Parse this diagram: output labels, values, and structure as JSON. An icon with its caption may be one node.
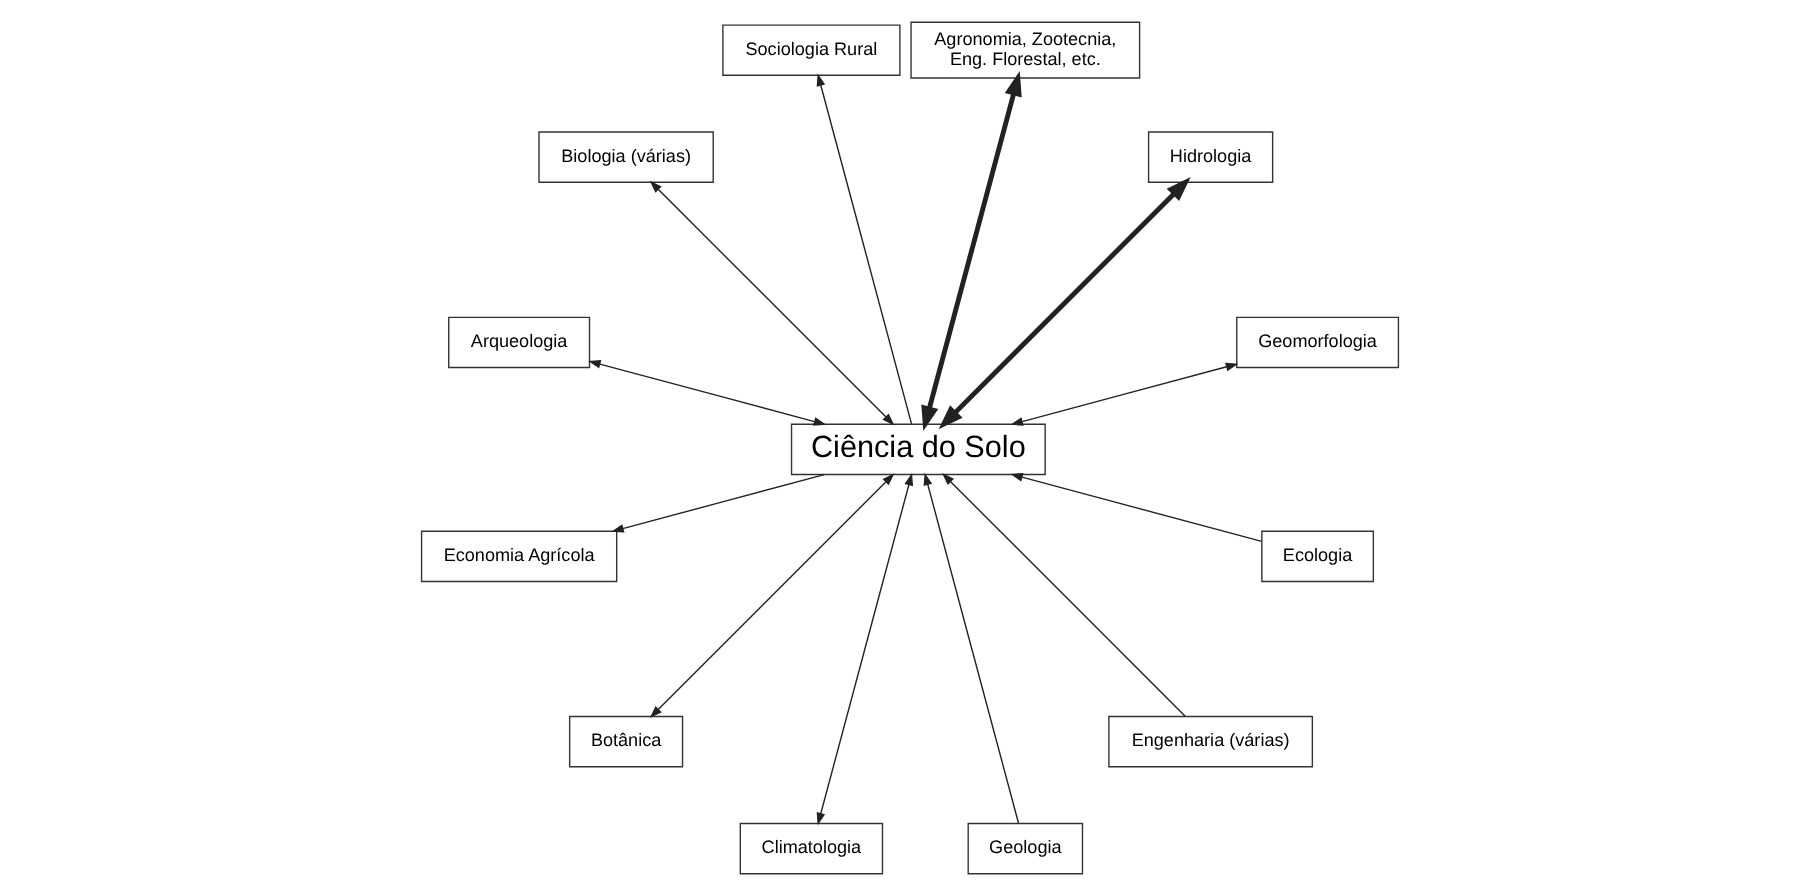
{
  "diagram": {
    "nodes": [
      {
        "text": [
          "Geologia"
        ]
      },
      {
        "text": [
          "Climatologia"
        ]
      },
      {
        "text": [
          "Geomorfologia"
        ]
      },
      {
        "text": [
          "Hidrologia"
        ]
      },
      {
        "text": [
          "Botânica"
        ]
      },
      {
        "text": [
          "Ecologia"
        ]
      },
      {
        "text": [
          "Ciência do Solo"
        ]
      },
      {
        "text": [
          "Engenharia (várias)"
        ]
      },
      {
        "text": [
          "Agronomia, Zootecnia, Eng. Florestal, etc."
        ]
      },
      {
        "text": [
          "Economia Agrícola"
        ]
      },
      {
        "text": [
          "Arqueologia"
        ]
      },
      {
        "text": [
          "Sociologia Rural"
        ]
      },
      {
        "text": [
          "Biologia (várias)"
        ]
      }
    ],
    "edges": [
      {
        "from": 0,
        "to": 6,
        "arrow": "to"
      },
      {
        "from": 6,
        "to": 2,
        "arrow": "both"
      },
      {
        "from": 6,
        "to": 3,
        "arrow": "both",
        "style": "thick"
      },
      {
        "from": 7,
        "to": 6,
        "arrow": "to"
      },
      {
        "from": 6,
        "to": 8,
        "arrow": "both",
        "style": "thick"
      },
      {
        "from": 6,
        "to": 11,
        "arrow": "to"
      },
      {
        "from": 6,
        "to": 12,
        "arrow": "both"
      },
      {
        "from": 6,
        "to": 10,
        "arrow": "both"
      },
      {
        "from": 6,
        "to": 9,
        "arrow": "to"
      },
      {
        "from": 5,
        "to": 6,
        "arrow": "to"
      },
      {
        "from": 6,
        "to": 4,
        "arrow": "both"
      },
      {
        "from": 6,
        "to": 1,
        "arrow": "both"
      }
    ]
  }
}
